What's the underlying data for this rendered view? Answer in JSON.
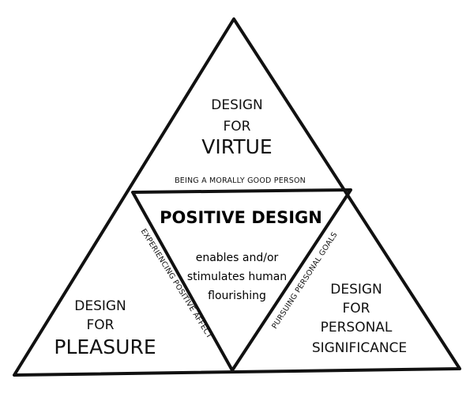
{
  "top": {
    "line1": "DESIGN",
    "line2": "FOR",
    "line3": "VIRTUE",
    "edge_label": "BEING A MORALLY GOOD PERSON"
  },
  "center": {
    "title": "POSITIVE DESIGN",
    "line1": "enables and/or",
    "line2": "stimulates human",
    "line3": "flourishing"
  },
  "left": {
    "line1": "DESIGN",
    "line2": "FOR",
    "line3": "PLEASURE",
    "edge_label": "EXPERIENCING POSITIVE AFFECT"
  },
  "right": {
    "line1": "DESIGN",
    "line2": "FOR",
    "line3": "PERSONAL",
    "line4": "SIGNIFICANCE",
    "edge_label": "PURSUING PERSONAL GOALS"
  }
}
